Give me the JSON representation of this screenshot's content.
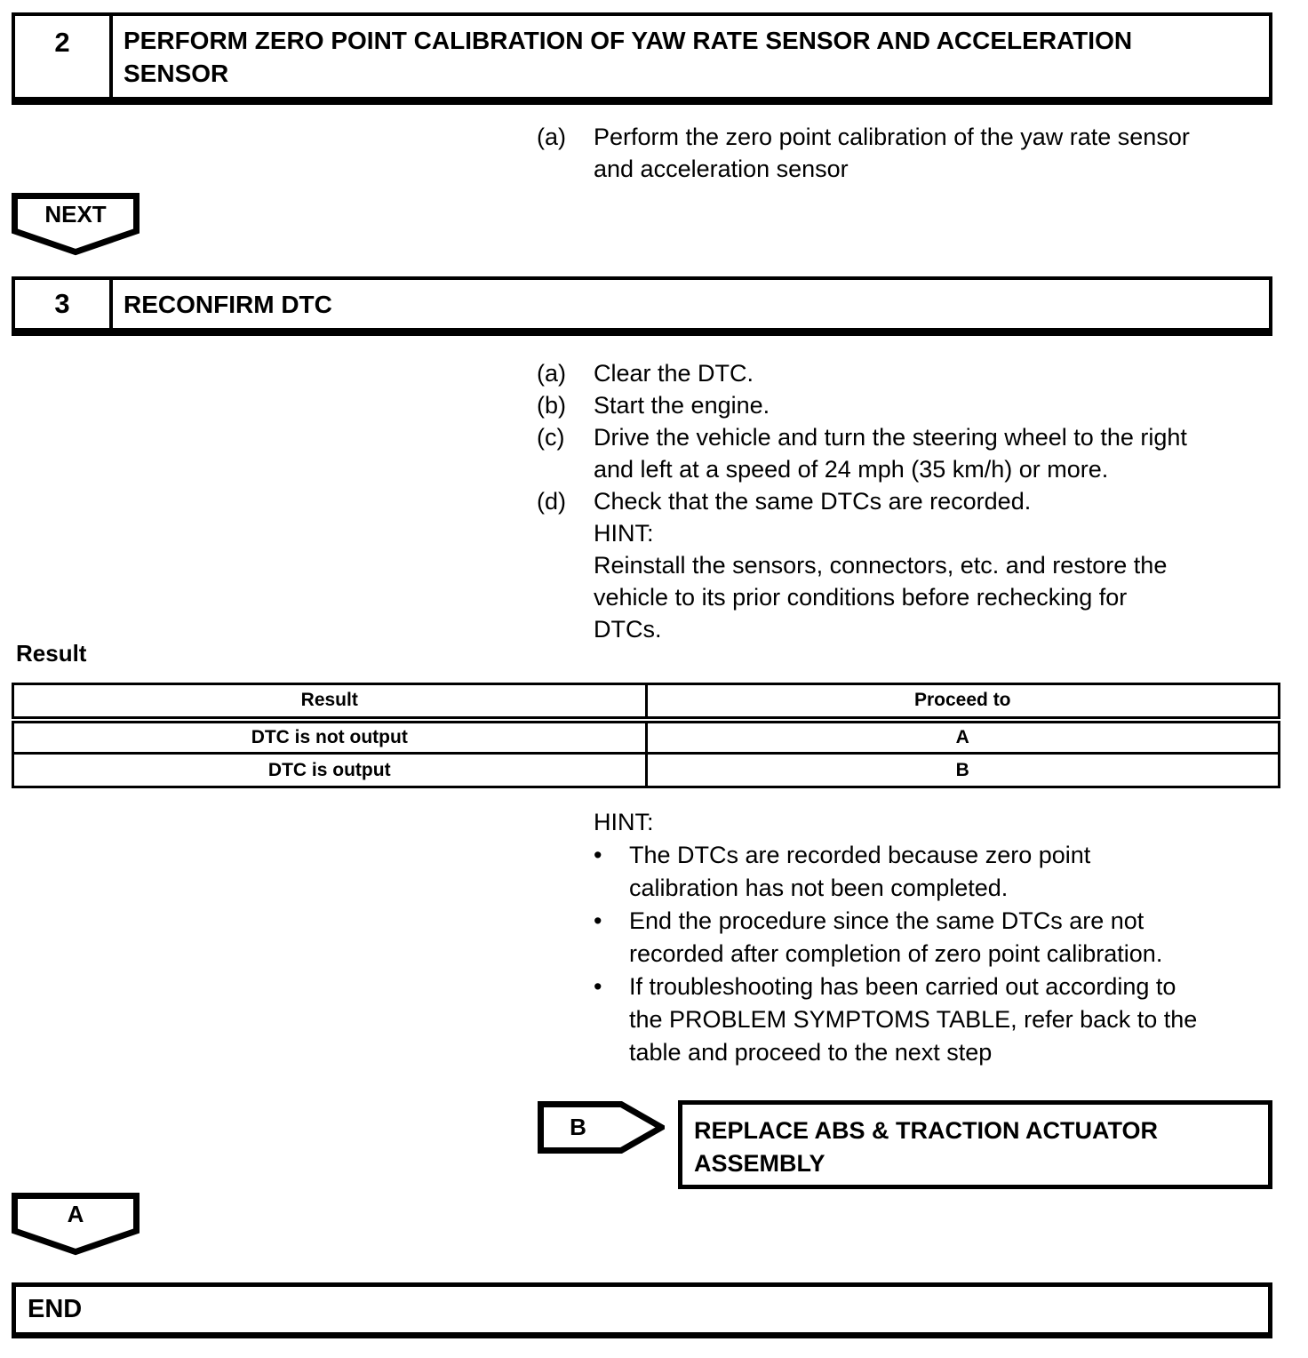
{
  "colors": {
    "ink": "#000000",
    "paper": "#ffffff"
  },
  "step2": {
    "number": "2",
    "title": "PERFORM ZERO POINT CALIBRATION OF YAW RATE SENSOR AND ACCELERATION\nSENSOR",
    "items": [
      {
        "letter": "(a)",
        "text": "Perform the zero point calibration of the yaw rate sensor\nand acceleration sensor"
      }
    ]
  },
  "next_connector": {
    "label": "NEXT"
  },
  "step3": {
    "number": "3",
    "title": "RECONFIRM DTC",
    "items": [
      {
        "letter": "(a)",
        "text": "Clear the DTC."
      },
      {
        "letter": "(b)",
        "text": "Start the engine."
      },
      {
        "letter": "(c)",
        "text": "Drive the vehicle and turn the steering wheel to the right\nand left at a speed of 24 mph (35 km/h) or more."
      },
      {
        "letter": "(d)",
        "text": "Check that the same DTCs are recorded."
      }
    ],
    "hint_label": "HINT:",
    "hint_text": "Reinstall the sensors, connectors, etc. and restore the\nvehicle to its prior conditions before rechecking for\nDTCs."
  },
  "result_heading": "Result",
  "result_table": {
    "headers": [
      "Result",
      "Proceed to"
    ],
    "rows": [
      [
        "DTC is not output",
        "A"
      ],
      [
        "DTC is output",
        "B"
      ]
    ]
  },
  "hint2": {
    "label": "HINT:",
    "bullet_char": "•",
    "bullets": [
      "The DTCs are recorded because zero point\ncalibration has not been completed.",
      "End the procedure since the same DTCs are not\nrecorded after completion of zero point calibration.",
      "If troubleshooting has been carried out according to\nthe PROBLEM SYMPTOMS TABLE, refer back to the\ntable and proceed to the next step"
    ]
  },
  "branch_b": {
    "label": "B",
    "action": "REPLACE ABS & TRACTION ACTUATOR\nASSEMBLY"
  },
  "branch_a": {
    "label": "A"
  },
  "end_label": "END"
}
